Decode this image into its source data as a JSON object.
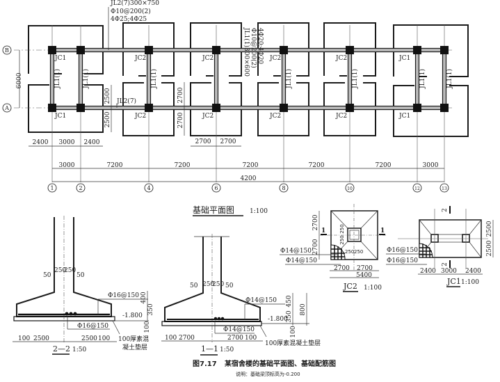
{
  "plan": {
    "title": "基础平面图",
    "scale": "1:100",
    "beam_jl2_label": [
      "JL2(7)300×750",
      "Φ10@200(2)",
      "4Φ25;4Φ25"
    ],
    "beam_jl1_label": [
      "JL1(1)300×600",
      "Φ10@200(2)",
      "4Φ20;4Φ20"
    ],
    "jl2_short": "JL2(7)",
    "jl1_short": "JL1(1)",
    "footing_jc1": "JC1",
    "footing_jc2": "JC2",
    "axis_rows": [
      "B",
      "A"
    ],
    "axis_cols": [
      "1",
      "2",
      "4",
      "6",
      "8",
      "10",
      "12",
      "13"
    ],
    "dim_6000": "6000",
    "dim_2500": "2500",
    "dim_2700": "2700",
    "dims_row1": [
      "2400",
      "3000",
      "2400",
      "2700",
      "2700"
    ],
    "dims_row2": [
      "3000",
      "7200",
      "7200",
      "7200",
      "7200",
      "7200",
      "3000"
    ],
    "dim_total": "4200"
  },
  "section22": {
    "title": "2—2",
    "scale": "1:50",
    "dims_top": [
      "50",
      "250",
      "250",
      "50"
    ],
    "rebar1": "Φ16@150",
    "rebar2": "Φ16@150",
    "h400": "400",
    "h350": "350",
    "h100": "100",
    "elev": "-1.800",
    "dims_bottom": [
      "100",
      "2500",
      "2500",
      "100"
    ],
    "note": [
      "100厚素混",
      "凝土垫层"
    ]
  },
  "section11": {
    "title": "1—1",
    "scale": "1:50",
    "dims_top": [
      "50",
      "250",
      "250",
      "50"
    ],
    "rebar1": "Φ14@150",
    "rebar2": "Φ14@150",
    "h450": "450",
    "h350": "350",
    "h800": "800",
    "h100": "100",
    "elev": "-1.800",
    "dims_bottom": [
      "100",
      "2700",
      "2700",
      "100"
    ],
    "note": "100厚素混凝土垫层"
  },
  "jc2": {
    "title": "JC2",
    "scale": "1:100",
    "rebar1": "Φ14@150",
    "rebar2": "Φ14@150",
    "dims_left": [
      "2700",
      "2700"
    ],
    "dims_col": [
      "250",
      "250"
    ],
    "dims_colh": [
      "250",
      "250"
    ],
    "dims_bottom": [
      "2700",
      "2700"
    ],
    "total": "5400",
    "section_mark": "1"
  },
  "jc1": {
    "title": "JC1",
    "scale": "1:100",
    "rebar1": "Φ16@150",
    "rebar2": "Φ16@150",
    "dims_right": [
      "2500",
      "2500"
    ],
    "dims_bottom": [
      "2400",
      "3000",
      "2400"
    ],
    "section_mark": "2"
  },
  "caption": {
    "figure": "图7.17",
    "title": "某宿舍楼的基础平面图、基础配筋图",
    "note": "说明：基础梁顶标高为-0.200"
  }
}
